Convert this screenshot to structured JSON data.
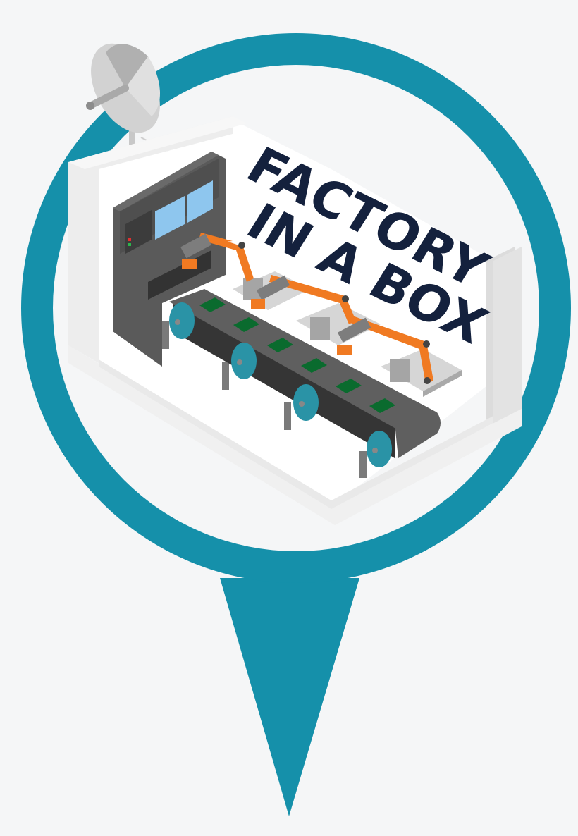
{
  "illustration": {
    "title_lines": [
      "FACTORY",
      "IN A BOX"
    ],
    "line1": "FACTORY",
    "line2": "IN A BOX",
    "colors": {
      "background": "#f5f6f7",
      "pin_teal": "#1590aa",
      "title_navy": "#14213d",
      "robot_orange": "#f07a22",
      "pcb_green": "#0a6b2e",
      "roller_teal": "#2a93a6",
      "belt_gray": "#5e5e5e",
      "screen_blue": "#8ec6ee"
    },
    "icons": [
      "map-pin-icon",
      "satellite-dish-icon",
      "control-machine-icon",
      "robot-arm-icon",
      "conveyor-belt-icon",
      "circuit-board-icon"
    ]
  }
}
